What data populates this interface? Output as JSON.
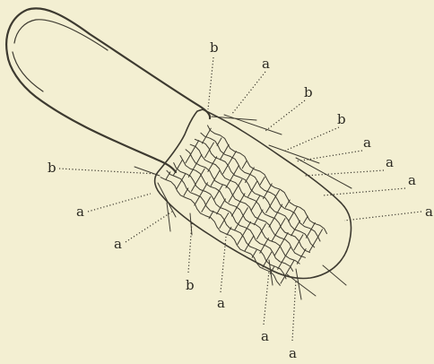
{
  "figure": {
    "labels": {
      "b_top": "b",
      "a_top": "a",
      "b_right1": "b",
      "b_right2": "b",
      "a_right1": "a",
      "a_right2": "a",
      "a_right3": "a",
      "a_right4": "a",
      "b_left": "b",
      "a_left1": "a",
      "a_left2": "a",
      "b_bottom": "b",
      "a_bottom1": "a",
      "a_bottom2": "a",
      "a_bottom3": "a"
    },
    "colors": {
      "paper": "#f3efd2",
      "ink": "#3d3a30"
    }
  }
}
